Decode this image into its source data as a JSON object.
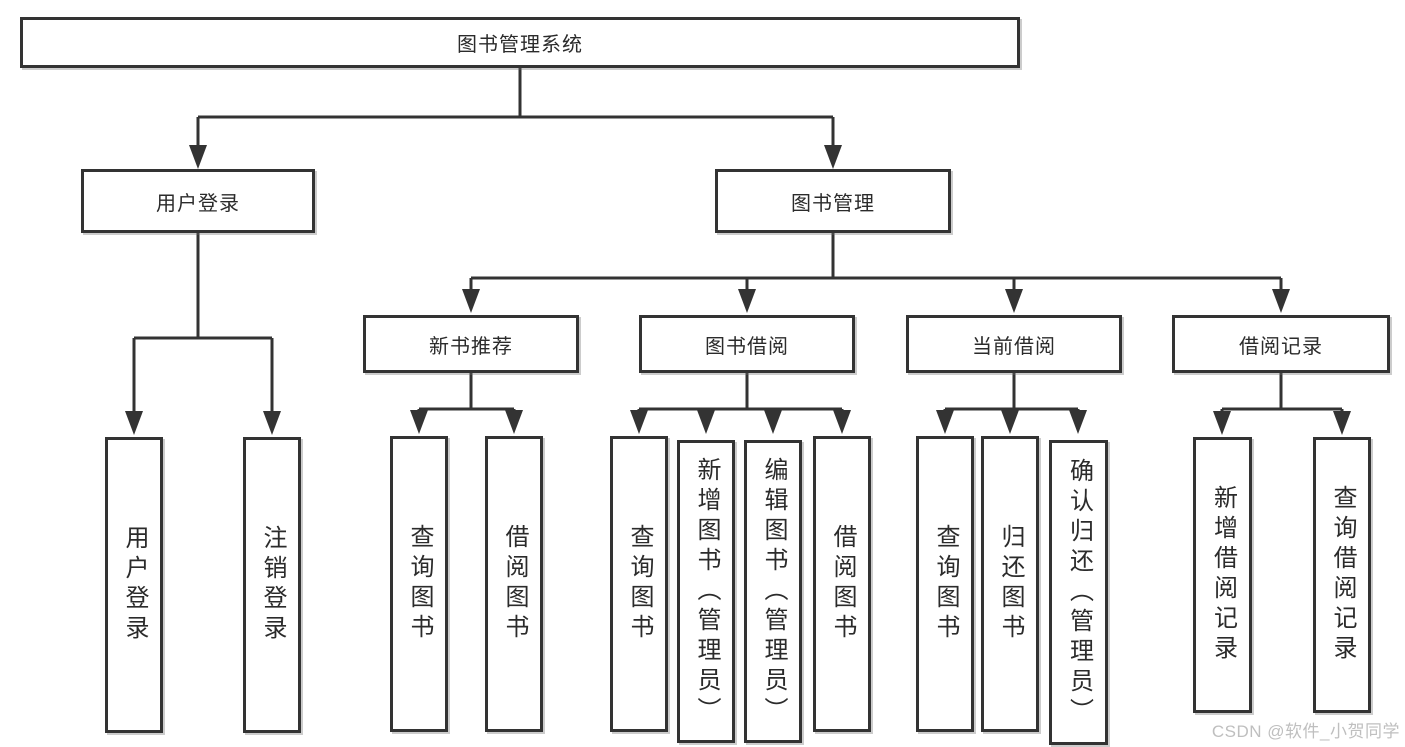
{
  "nodes": {
    "root": "图书管理系统",
    "user_login": "用户登录",
    "book_mgmt": "图书管理",
    "new_book_rec": "新书推荐",
    "book_borrow": "图书借阅",
    "current_borrow": "当前借阅",
    "borrow_record": "借阅记录",
    "leaf_user_login": "用户登录",
    "leaf_logout": "注销登录",
    "leaf_nbr_query": "查询图书",
    "leaf_nbr_borrow": "借阅图书",
    "leaf_bb_query": "查询图书",
    "leaf_bb_add": "新增图书（管理员）",
    "leaf_bb_edit": "编辑图书（管理员）",
    "leaf_bb_borrow": "借阅图书",
    "leaf_cb_query": "查询图书",
    "leaf_cb_return": "归还图书",
    "leaf_cb_confirm": "确认归还（管理员）",
    "leaf_br_add": "新增借阅记录",
    "leaf_br_query": "查询借阅记录"
  },
  "watermark": "CSDN @软件_小贺同学",
  "colors": {
    "line": "#333333",
    "box_border": "#333333",
    "box_background": "#ffffff",
    "text": "#2b2b2b",
    "watermark": "#bfbfbf",
    "page_background": "#ffffff"
  }
}
